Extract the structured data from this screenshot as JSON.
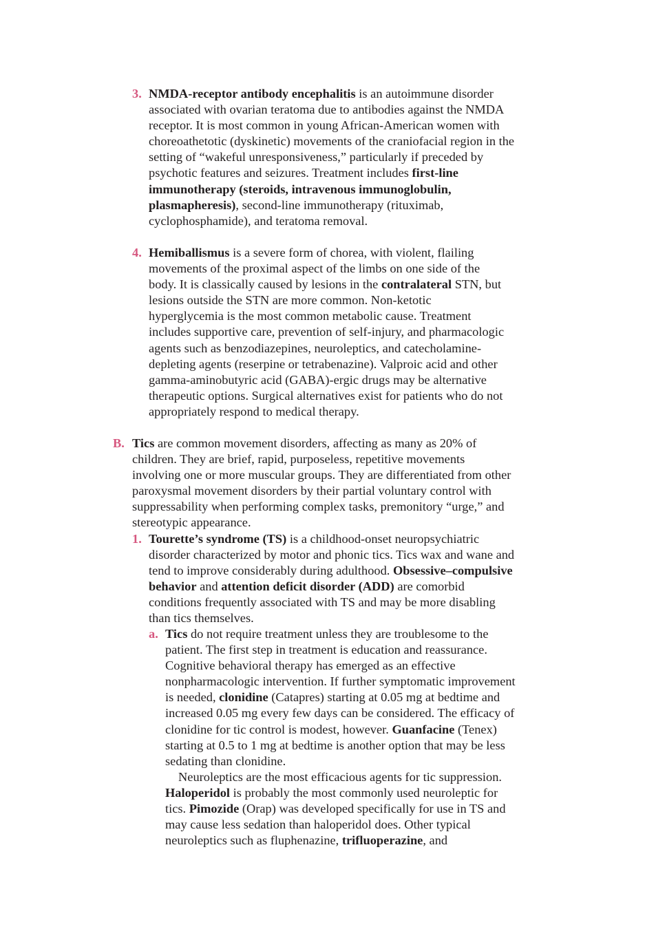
{
  "items": [
    {
      "marker": "3.",
      "text": [
        {
          "t": "NMDA-receptor antibody encephalitis",
          "b": true
        },
        {
          "t": " is an autoimmune disorder associated with ovarian teratoma due to antibodies against the NMDA receptor. It is most common in young African-American women with choreoathetotic (dyskinetic) movements of the craniofacial region in the setting of “wakeful unresponsiveness,” particularly if preceded by psychotic features and seizures. Treatment includes "
        },
        {
          "t": "first-line immunotherapy (steroids, intravenous immunoglobulin, plasmapheresis)",
          "b": true
        },
        {
          "t": ", second-line immunotherapy (rituximab, cyclophosphamide), and teratoma removal."
        }
      ]
    },
    {
      "marker": "4.",
      "text": [
        {
          "t": "Hemiballismus",
          "b": true
        },
        {
          "t": " is a severe form of chorea, with violent, flailing movements of the proximal aspect of the limbs on one side of the body. It is classically caused by lesions in the "
        },
        {
          "t": "contralateral",
          "b": true
        },
        {
          "t": " STN, but lesions outside the STN are more common. Non-ketotic hyperglycemia is the most common metabolic cause. Treatment includes supportive care, prevention of self-injury, and pharmacologic agents such as benzodiazepines, neuroleptics, and catecholamine-depleting agents (reserpine or tetrabenazine). Valproic acid and other gamma-aminobutyric acid (GABA)-ergic drugs may be alternative therapeutic options. Surgical alternatives exist for patients who do not appropriately respond to medical therapy."
        }
      ]
    },
    {
      "marker": "B.",
      "text": [
        {
          "t": "Tics",
          "b": true
        },
        {
          "t": " are common movement disorders, affecting as many as 20% of children. They are brief, rapid, purposeless, repetitive movements involving one or more muscular groups. They are differentiated from other paroxysmal movement disorders by their partial voluntary control with suppressability when performing complex tasks, premonitory “urge,” and stereotypic appearance."
        }
      ]
    },
    {
      "marker": "1.",
      "text": [
        {
          "t": "Tourette’s syndrome (TS)",
          "b": true
        },
        {
          "t": " is a childhood-onset neuropsychiatric disorder characterized by motor and phonic tics. Tics wax and wane and tend to improve considerably during adulthood. "
        },
        {
          "t": "Obsessive–compulsive behavior",
          "b": true
        },
        {
          "t": " and "
        },
        {
          "t": "attention deficit disorder (ADD)",
          "b": true
        },
        {
          "t": " are comorbid conditions frequently associated with TS and may be more disabling than tics themselves."
        }
      ]
    },
    {
      "marker": "a.",
      "text": [
        {
          "t": "Tics",
          "b": true
        },
        {
          "t": " do not require treatment unless they are troublesome to the patient. The first step in treatment is education and reassurance. Cognitive behavioral therapy has emerged as an effective nonpharmacologic intervention. If further symptomatic improvement is needed, "
        },
        {
          "t": "clonidine",
          "b": true
        },
        {
          "t": " (Catapres) starting at 0.05 mg at bedtime and increased 0.05 mg every few days can be considered. The efficacy of clonidine for tic control is modest, however. "
        },
        {
          "t": "Guanfacine",
          "b": true
        },
        {
          "t": " (Tenex) starting at 0.5 to 1 mg at bedtime is another option that may be less sedating than clonidine."
        }
      ],
      "text2": [
        {
          "t": "Neuroleptics are the most efficacious agents for tic suppression. "
        },
        {
          "t": "Haloperidol",
          "b": true
        },
        {
          "t": " is probably the most commonly used neuroleptic for tics. "
        },
        {
          "t": "Pimozide",
          "b": true
        },
        {
          "t": " (Orap) was developed specifically for use in TS and may cause less sedation than haloperidol does. Other typical neuroleptics such as fluphenazine, "
        },
        {
          "t": "trifluoperazine",
          "b": true
        },
        {
          "t": ", and"
        }
      ]
    }
  ]
}
